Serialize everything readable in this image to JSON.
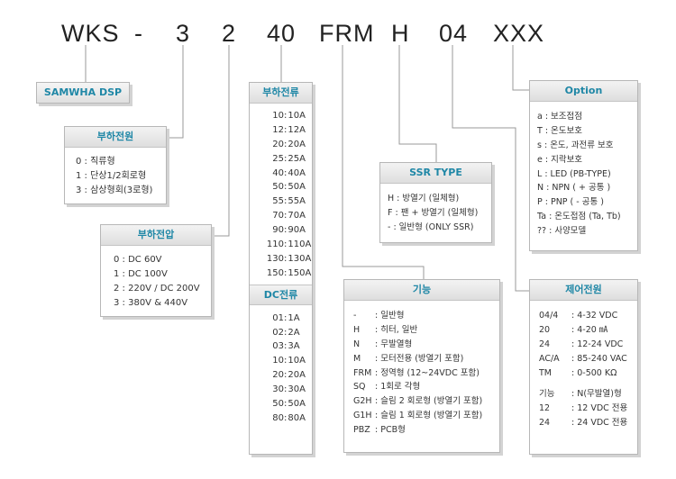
{
  "model_code": {
    "parts": [
      "WKS",
      "-",
      "3",
      "2",
      "40",
      "FRM",
      "H",
      "04",
      "XXX"
    ]
  },
  "colors": {
    "header_text": "#1f87a6",
    "line": "#9a9a9a",
    "text": "#333333"
  },
  "maker": {
    "title": "SAMWHA DSP"
  },
  "load_power": {
    "title": "부하전원",
    "items": [
      "0 : 직류형",
      "1 : 단상1/2회로형",
      "3 : 삼상형회(3로형)"
    ]
  },
  "load_voltage": {
    "title": "부하전압",
    "items": [
      "0 : DC 60V",
      "1 : DC 100V",
      "2 : 220V / DC 200V",
      "3 : 380V & 440V"
    ]
  },
  "load_current": {
    "title": "부하전류",
    "items": [
      {
        "code": "10",
        "value": "10A"
      },
      {
        "code": "12",
        "value": "12A"
      },
      {
        "code": "20",
        "value": "20A"
      },
      {
        "code": "25",
        "value": "25A"
      },
      {
        "code": "40",
        "value": "40A"
      },
      {
        "code": "50",
        "value": "50A"
      },
      {
        "code": "55",
        "value": "55A"
      },
      {
        "code": "70",
        "value": "70A"
      },
      {
        "code": "90",
        "value": "90A"
      },
      {
        "code": "110",
        "value": "110A"
      },
      {
        "code": "130",
        "value": "130A"
      },
      {
        "code": "150",
        "value": "150A"
      }
    ],
    "dc_title": "DC전류",
    "dc_items": [
      {
        "code": "01",
        "value": "1A"
      },
      {
        "code": "02",
        "value": "2A"
      },
      {
        "code": "03",
        "value": "3A"
      },
      {
        "code": "10",
        "value": "10A"
      },
      {
        "code": "20",
        "value": "20A"
      },
      {
        "code": "30",
        "value": "30A"
      },
      {
        "code": "50",
        "value": "50A"
      },
      {
        "code": "80",
        "value": "80A"
      }
    ]
  },
  "function": {
    "title": "기능",
    "items": [
      {
        "code": "-",
        "value": ": 일반형"
      },
      {
        "code": "H",
        "value": ": 히터, 일반"
      },
      {
        "code": "N",
        "value": ": 무발열형"
      },
      {
        "code": "M",
        "value": ": 모터전용 (방열기 포함)"
      },
      {
        "code": "FRM",
        "value": ": 정역형 (12~24VDC 포함)"
      },
      {
        "code": "SQ",
        "value": ": 1회로 각형"
      },
      {
        "code": "G2H",
        "value": ": 슬림 2 회로형 (방열기 포함)"
      },
      {
        "code": "G1H",
        "value": ": 슬림 1 회로형 (방열기 포함)"
      },
      {
        "code": "PBZ",
        "value": ": PCB형"
      }
    ]
  },
  "ssr_type": {
    "title": "SSR TYPE",
    "items": [
      "H : 방열기 (일체형)",
      "F : 팬 + 방열기 (일체형)",
      "- : 일반형 (ONLY SSR)"
    ]
  },
  "option": {
    "title": "Option",
    "items": [
      "a : 보조접점",
      "T : 온도보호",
      "s : 온도, 과전류 보호",
      "e : 지락보호",
      "L : LED (PB-TYPE)",
      "N : NPN ( + 공통 )",
      "P : PNP ( - 공통 )",
      "Ta : 온도접점 (Ta, Tb)",
      "?? : 사양모델"
    ]
  },
  "control_power": {
    "title": "제어전원",
    "items": [
      {
        "code": "04/4",
        "value": ": 4-32 VDC"
      },
      {
        "code": "20",
        "value": ": 4-20 ㎃"
      },
      {
        "code": "24",
        "value": ": 12-24 VDC"
      },
      {
        "code": "AC/A",
        "value": ": 85-240 VAC"
      },
      {
        "code": "TM",
        "value": ": 0-500 KΩ"
      }
    ],
    "function_items": [
      {
        "code": "기능",
        "value": ": N(무발열)형"
      },
      {
        "code": "12",
        "value": ": 12 VDC 전용"
      },
      {
        "code": "24",
        "value": ": 24 VDC 전용"
      }
    ]
  }
}
